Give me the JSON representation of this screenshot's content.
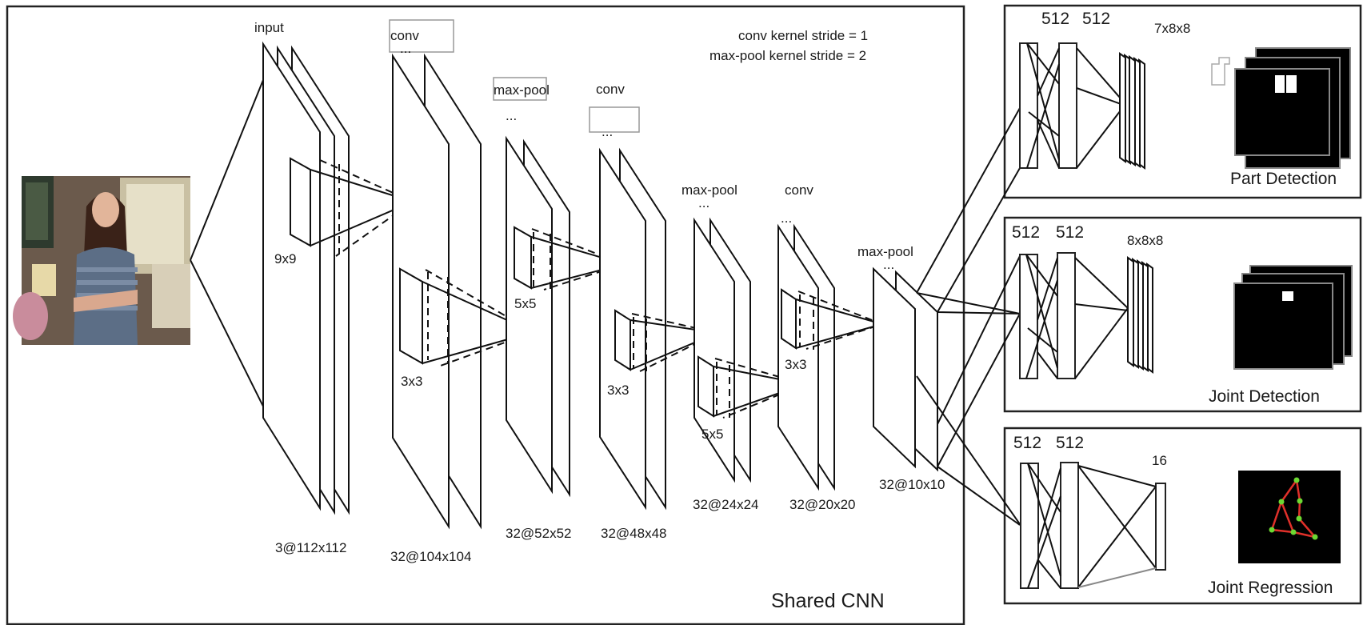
{
  "shared": {
    "title": "Shared CNN",
    "stride_conv": "conv kernel stride = 1",
    "stride_pool": "max-pool kernel stride = 2",
    "layer_labels": {
      "input": "input",
      "conv1": "conv",
      "pool1": "max-pool",
      "conv2": "conv",
      "pool2": "max-pool",
      "conv3": "conv",
      "pool3": "max-pool"
    },
    "ellipsis": "...",
    "kernels": {
      "k1": "9x9",
      "k2": "3x3",
      "k3": "5x5",
      "k4": "3x3",
      "k5": "5x5",
      "k6": "3x3"
    },
    "sizes": {
      "s1": "3@112x112",
      "s2": "32@104x104",
      "s3": "32@52x52",
      "s4": "32@48x48",
      "s5": "32@24x24",
      "s6": "32@20x20",
      "s7": "32@10x10"
    }
  },
  "heads": {
    "part": {
      "title": "Part Detection",
      "fc1": "512",
      "fc2": "512",
      "out": "7x8x8"
    },
    "joint": {
      "title": "Joint Detection",
      "fc1": "512",
      "fc2": "512",
      "out": "8x8x8"
    },
    "regression": {
      "title": "Joint Regression",
      "fc1": "512",
      "fc2": "512",
      "out": "16"
    }
  },
  "colors": {
    "skeleton": "#e0302a",
    "joint_dot": "#6cd832",
    "photo_bg": "#6b5a4c"
  }
}
